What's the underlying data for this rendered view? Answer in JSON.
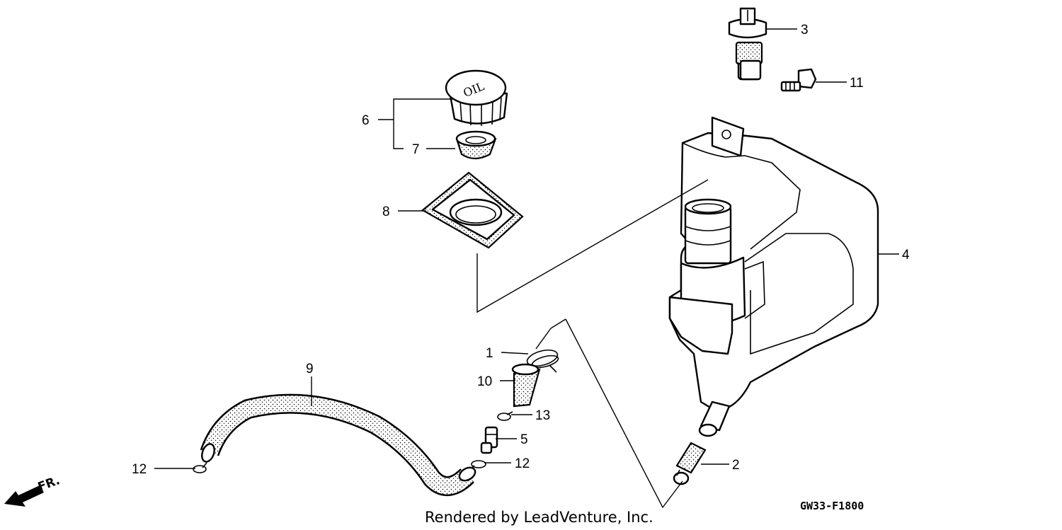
{
  "diagram": {
    "parts": [
      {
        "id": "p1",
        "label": "1"
      },
      {
        "id": "p2",
        "label": "2"
      },
      {
        "id": "p3",
        "label": "3"
      },
      {
        "id": "p4",
        "label": "4"
      },
      {
        "id": "p5",
        "label": "5"
      },
      {
        "id": "p6",
        "label": "6"
      },
      {
        "id": "p7",
        "label": "7"
      },
      {
        "id": "p8",
        "label": "8"
      },
      {
        "id": "p9",
        "label": "9"
      },
      {
        "id": "p10",
        "label": "10"
      },
      {
        "id": "p11",
        "label": "11"
      },
      {
        "id": "p12a",
        "label": "12"
      },
      {
        "id": "p12b",
        "label": "12"
      },
      {
        "id": "p13",
        "label": "13"
      }
    ],
    "cap_text": "OIL",
    "front_marker": "FR.",
    "drawing_code": "GW33-F1800",
    "footer": "Rendered by LeadVenture, Inc."
  }
}
